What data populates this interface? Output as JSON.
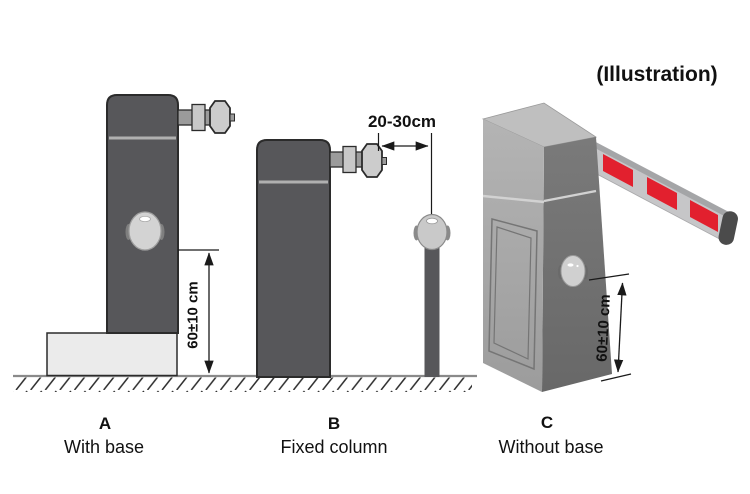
{
  "header": {
    "note": "(Illustration)"
  },
  "dimensions": {
    "column_a_height": "60±10 cm",
    "post_gap": "20-30cm",
    "cabinet_height": "60±10 cm"
  },
  "options": [
    {
      "key": "A",
      "label": "With base"
    },
    {
      "key": "B",
      "label": "Fixed column"
    },
    {
      "key": "C",
      "label": "Without base"
    }
  ],
  "colors": {
    "column_body": "#57575a",
    "column_seam": "#b0b0b0",
    "base_block": "#ebebeb",
    "knob_gray": "#cccccc",
    "cabinet_top_face": "#bfbfbf",
    "cabinet_left_face": "#a7a7a7",
    "cabinet_right_face": "#707070",
    "boom_arm": "#c6c6c8",
    "boom_stripe_red": "#e2202e",
    "boom_endcap": "#4b4b4b",
    "dimension_line": "#1a1a1a",
    "ground_line": "#8a8a8a"
  }
}
